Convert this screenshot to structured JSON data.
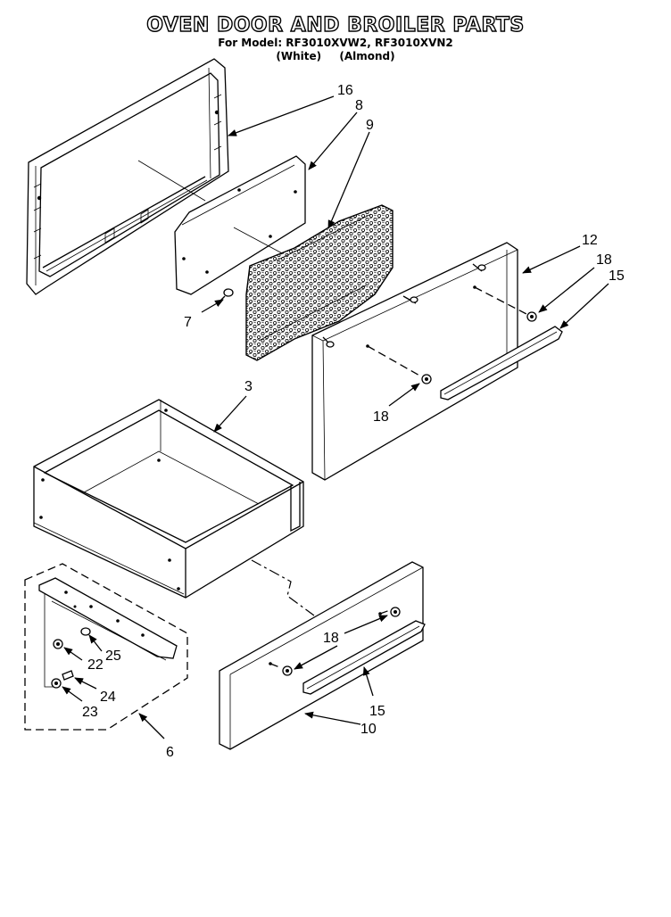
{
  "title": "OVEN DOOR AND BROILER PARTS",
  "model_line": "For Model: RF3010XVW2, RF3010XVN2",
  "variants": [
    "(White)",
    "(Almond)"
  ],
  "callouts": {
    "c16": "16",
    "c8": "8",
    "c9": "9",
    "c7": "7",
    "c12": "12",
    "c18a": "18",
    "c15a": "15",
    "c18b": "18",
    "c3": "3",
    "c18c": "18",
    "c15b": "15",
    "c10": "10",
    "c22": "22",
    "c25": "25",
    "c24": "24",
    "c23": "23",
    "c6": "6"
  }
}
